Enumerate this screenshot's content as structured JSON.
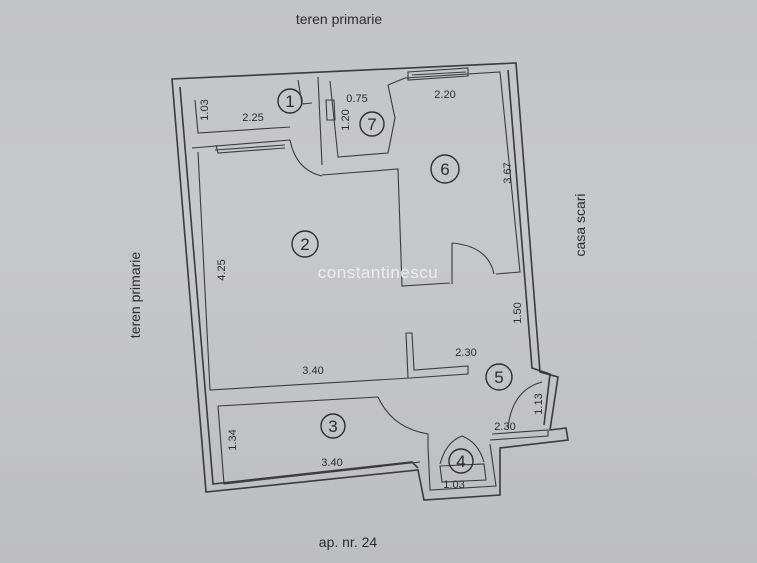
{
  "labels": {
    "top": "teren primarie",
    "left": "teren primarie",
    "right": "casa scari",
    "bottom": "ap. nr. 24",
    "watermark": "constantinescu"
  },
  "rooms": [
    {
      "id": "1",
      "dims": [
        "1.03",
        "2.25"
      ]
    },
    {
      "id": "2",
      "dims": [
        "4.25",
        "3.40"
      ]
    },
    {
      "id": "3",
      "dims": [
        "1.34",
        "3.40"
      ]
    },
    {
      "id": "4",
      "dims": [
        "1.03"
      ]
    },
    {
      "id": "5",
      "dims": [
        "2.30",
        "1.50",
        "1.13",
        "2.30"
      ]
    },
    {
      "id": "6",
      "dims": [
        "2.20",
        "3.67"
      ]
    },
    {
      "id": "7",
      "dims": [
        "0.75",
        "1.20"
      ]
    }
  ]
}
